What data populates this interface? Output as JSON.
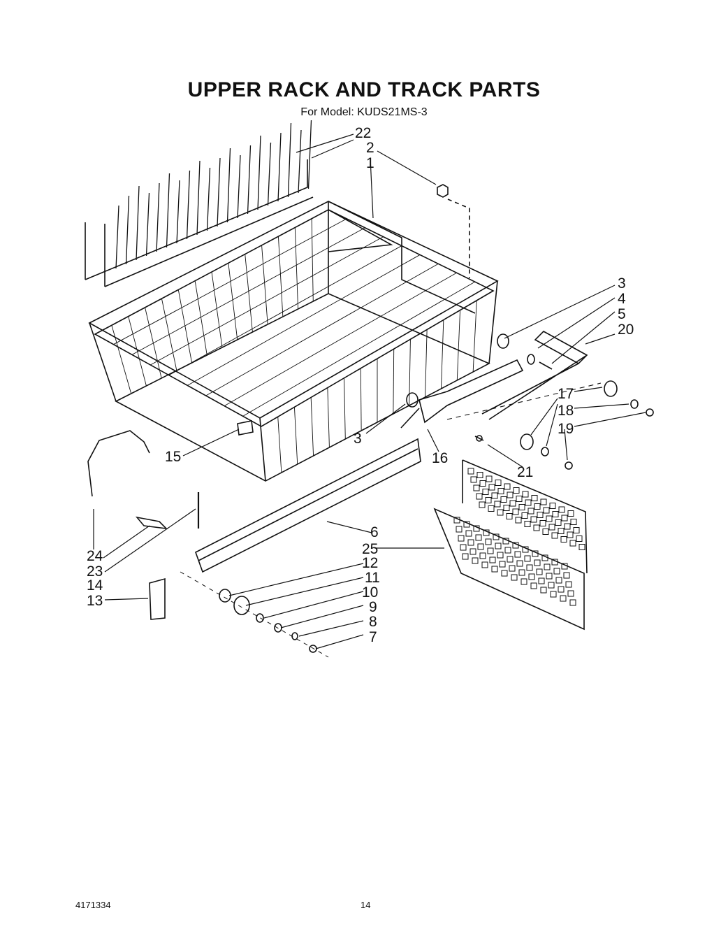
{
  "title": "UPPER RACK AND TRACK PARTS",
  "subtitle": "For Model: KUDS21MS-3",
  "footer": {
    "doc_number": "4171334",
    "page_number": "14"
  },
  "callouts": [
    "22",
    "2",
    "1",
    "3",
    "4",
    "5",
    "20",
    "17",
    "18",
    "19",
    "21",
    "16",
    "3",
    "15",
    "6",
    "25",
    "12",
    "11",
    "10",
    "9",
    "8",
    "7",
    "24",
    "23",
    "14",
    "13"
  ]
}
